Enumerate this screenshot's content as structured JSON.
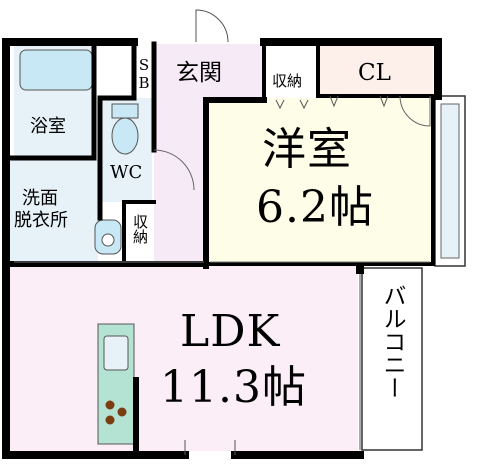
{
  "rooms": {
    "western": {
      "name": "洋室",
      "size": "6.2帖"
    },
    "ldk": {
      "name": "LDK",
      "size": "11.3帖"
    },
    "bath": {
      "name": "浴室"
    },
    "washroom": {
      "line1": "洗面",
      "line2": "脱衣所"
    },
    "wc": {
      "name": "WC"
    },
    "entrance": {
      "name": "玄関"
    },
    "shoebox": {
      "name": "SB"
    },
    "closet": {
      "name": "CL"
    },
    "storage_top": {
      "name": "収納"
    },
    "storage_mid": {
      "name": "収納"
    },
    "balcony": {
      "name": "バルコニー"
    }
  },
  "colors": {
    "wall": "#000000",
    "western_floor": "#fdfde8",
    "ldk_floor": "#fbeef6",
    "hall_floor": "#f6eaf6",
    "wet_floor": "#e6f2f7",
    "fixture": "#c7e8f4",
    "closet_floor": "#fdf0ea",
    "kitchen_counter": "#b5e3d3"
  }
}
